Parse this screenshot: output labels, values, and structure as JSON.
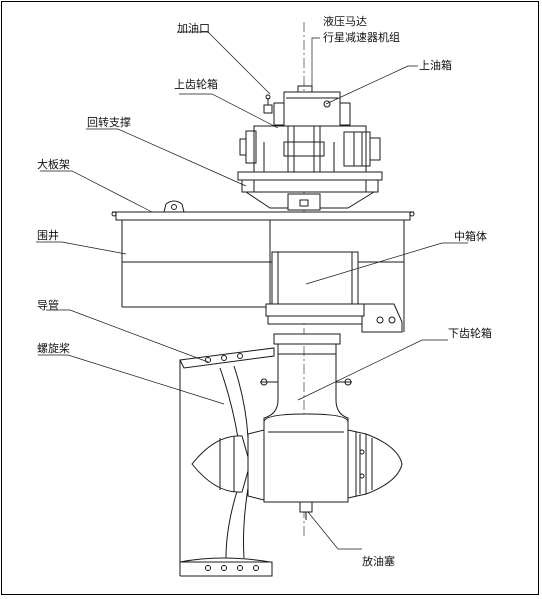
{
  "labels": {
    "oil_filler": "加油口",
    "hydraulic_motor": "液压马达",
    "planetary_reducer": "行星减速器机组",
    "upper_oil_tank": "上油箱",
    "upper_gearbox": "上齿轮箱",
    "slewing_bearing": "回转支撑",
    "main_frame": "大板架",
    "well_enclosure": "围井",
    "middle_box": "中箱体",
    "duct": "导管",
    "lower_gearbox": "下齿轮箱",
    "propeller": "螺旋桨",
    "drain_plug": "放油塞"
  },
  "colors": {
    "line": "#1a1a1a",
    "background": "#ffffff"
  }
}
